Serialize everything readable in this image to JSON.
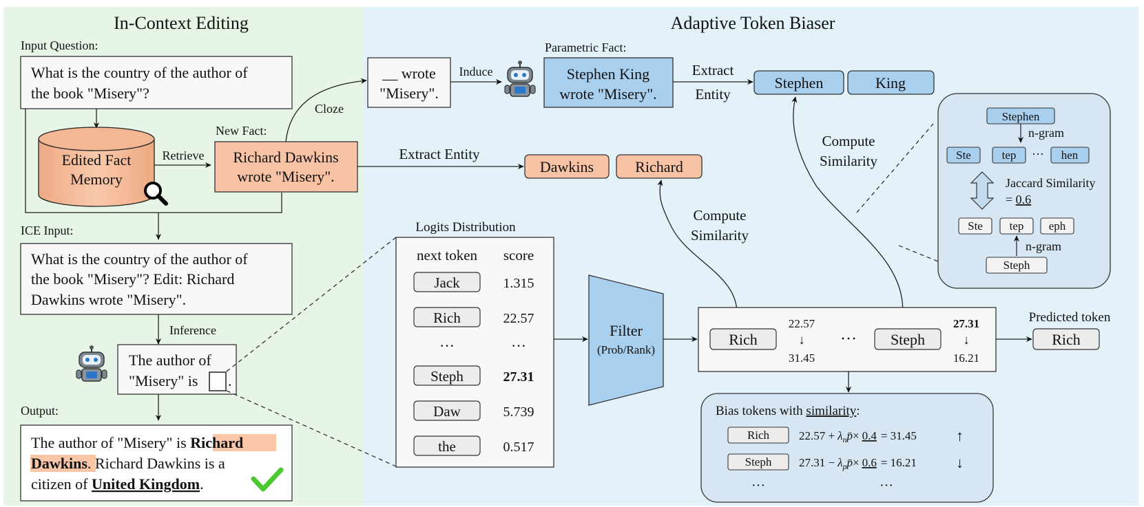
{
  "left_panel": {
    "title": "In-Context Editing",
    "input_question_label": "Input Question:",
    "input_question_lines": [
      "What is the country of the author of",
      "the book \"Misery\"?"
    ],
    "memory_lines": [
      "Edited Fact",
      "Memory"
    ],
    "retrieve_label": "Retrieve",
    "new_fact_label": "New Fact:",
    "new_fact_lines": [
      "Richard Dawkins",
      "wrote \"Misery\"."
    ],
    "ice_input_label": "ICE Input:",
    "ice_input_lines": [
      "What is the country of the author of",
      "the book \"Misery\"? Edit: Richard",
      "Dawkins wrote \"Misery\"."
    ],
    "inference_label": "Inference",
    "prompt_line1": "The author of",
    "prompt_line2": "\"Misery\" is",
    "prompt_period": ".",
    "output_label": "Output:",
    "output": {
      "p1": "The author of \"Misery\" is ",
      "hl1": "Richard",
      "hl2": "Dawkins",
      "p2": ".   Richard Dawkins is a",
      "p3": "citizen of ",
      "country": "United Kingdom",
      "p4": "."
    }
  },
  "right_panel": {
    "title": "Adaptive Token Biaser",
    "cloze_label": "Cloze",
    "cloze_lines": [
      "__ wrote",
      "\"Misery\"."
    ],
    "induce_label": "Induce",
    "parametric_label": "Parametric Fact:",
    "parametric_lines": [
      "Stephen King",
      "wrote \"Misery\"."
    ],
    "extract_entity_lines": [
      "Extract",
      "Entity"
    ],
    "param_tokens": [
      "Stephen",
      "King"
    ],
    "extract_entity_label": "Extract Entity",
    "new_tokens": [
      "Dawkins",
      "Richard"
    ],
    "compute_similarity_lines": [
      "Compute",
      "Similarity"
    ],
    "ngram": {
      "top_token": "Stephen",
      "top_label": "n-gram",
      "top_grams": [
        "Ste",
        "tep",
        "hen"
      ],
      "ellipsis": "···",
      "jaccard_label": "Jaccard Similarity",
      "eq": "= ",
      "jaccard_value": "0.6",
      "bottom_grams": [
        "Ste",
        "tep",
        "eph"
      ],
      "bottom_label": "n-gram",
      "bottom_token": "Steph"
    },
    "logits": {
      "title": "Logits Distribution",
      "col_token": "next token",
      "col_score": "score",
      "rows": [
        {
          "token": "Jack",
          "score": "1.315"
        },
        {
          "token": "Rich",
          "score": "22.57"
        },
        {
          "token": "Steph",
          "score": "27.31"
        },
        {
          "token": "Daw",
          "score": "5.739"
        },
        {
          "token": "the",
          "score": "0.517"
        }
      ],
      "dots": "···"
    },
    "filter_label": "Filter",
    "filter_sub": "(Prob/Rank)",
    "filtered": {
      "token1": "Rich",
      "from1": "22.57",
      "to1": "31.45",
      "dots": "···",
      "token2": "Steph",
      "from2": "27.31",
      "to2": "16.21",
      "arrow": "↓"
    },
    "predicted_label": "Predicted token",
    "predicted_token": "Rich",
    "bias": {
      "prefix": "Bias tokens with ",
      "word": "similarity",
      "suffix": ":",
      "row1_token": "Rich",
      "row1_a": "22.57 +",
      "row1_lam": "λ",
      "row1_lam_sub": "n",
      "row1_p": "p̄",
      "row1_times": "×",
      "row1_sim": "0.4",
      "row1_res": "= 31.45",
      "row1_arrow": "↑",
      "row2_token": "Steph",
      "row2_a": "27.31 −",
      "row2_lam": "λ",
      "row2_lam_sub": "p",
      "row2_p": "p̄",
      "row2_times": "×",
      "row2_sim": "0.6",
      "row2_res": "= 16.21",
      "row2_arrow": "↓",
      "dots": "···"
    }
  },
  "colors": {
    "left_bg": "#e6f5e6",
    "right_bg": "#e3f1f8",
    "orange": "#f7c3a4",
    "blue": "#a9cfee",
    "check": "#4cc832",
    "highlight": "#f9c6a7"
  }
}
